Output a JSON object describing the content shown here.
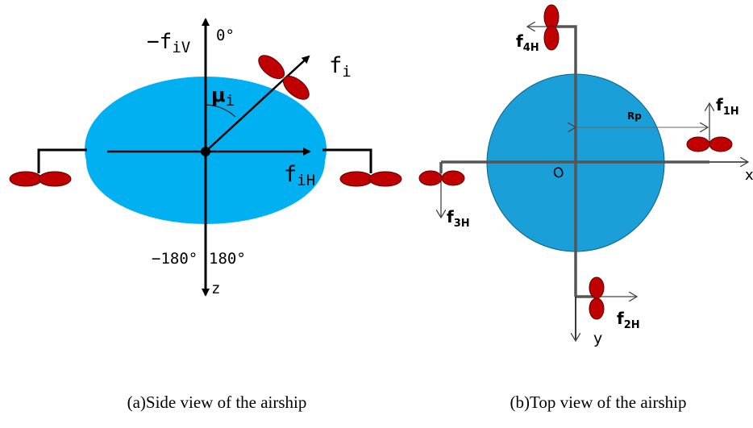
{
  "colors": {
    "body_fill": "#00b0f0",
    "top_disc_fill": "#1a9fd8",
    "prop_fill": "#c00000",
    "line": "#000000"
  },
  "side_view": {
    "caption": "(a)Side view of the airship",
    "up_label": "−f",
    "up_label_sub": "iV",
    "zero_deg": "0°",
    "force_label": "f",
    "force_label_sub": "i",
    "angle_label": "μ",
    "angle_label_sub": "i",
    "horizontal_label": "f",
    "horizontal_label_sub": "iH",
    "neg180": "−180°",
    "pos180": "180°",
    "z_axis": "z"
  },
  "top_view": {
    "caption": "(b)Top view of the airship",
    "radius_label": "Rp",
    "origin_label": "O",
    "x_axis": "x",
    "y_axis": "y",
    "f1": "f",
    "f1_sub": "1H",
    "f2": "f",
    "f2_sub": "2H",
    "f3": "f",
    "f3_sub": "3H",
    "f4": "f",
    "f4_sub": "4H"
  }
}
